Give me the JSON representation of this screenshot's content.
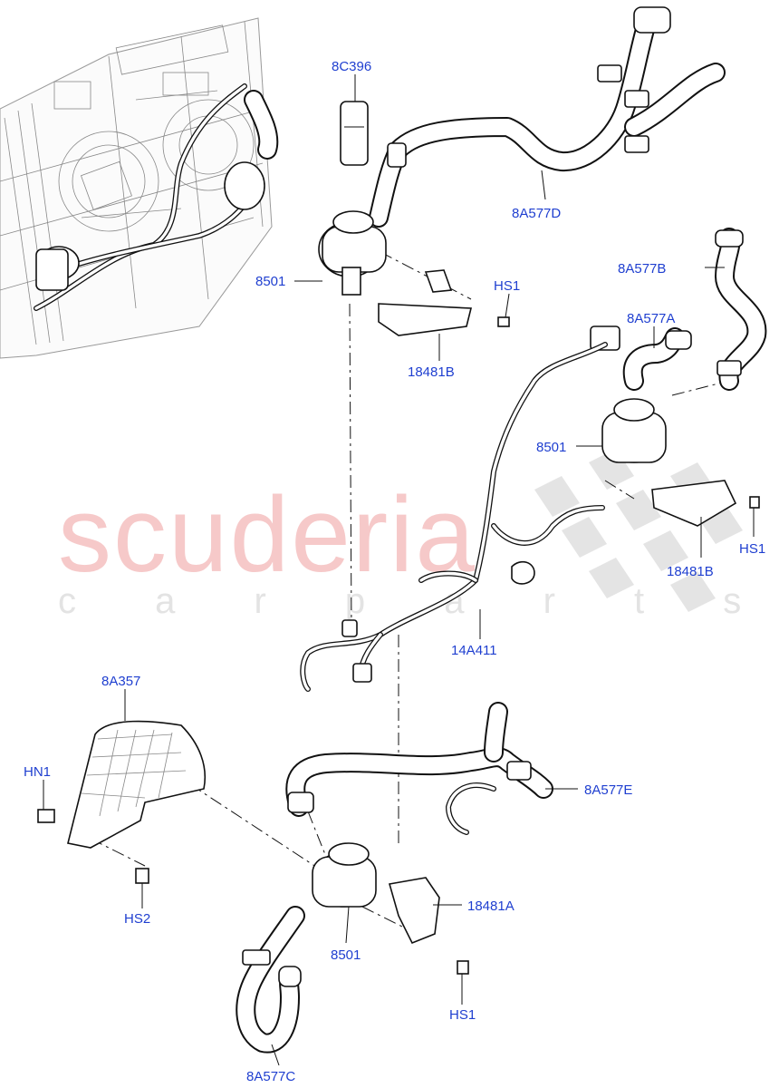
{
  "watermark": {
    "brand": "scuderia",
    "tagline": "c a r   p a r t s"
  },
  "callouts": {
    "sensor_top": "8C396",
    "hose_top_right": "8A577D",
    "pump_top": "8501",
    "bolt_top": "HS1",
    "bracket_top": "18481B",
    "hose_right_upper": "8A577B",
    "hose_right_short": "8A577A",
    "pump_right": "8501",
    "bolt_right": "HS1",
    "bracket_right": "18481B",
    "harness": "14A411",
    "shield": "8A357",
    "clip": "HN1",
    "bolt_shield": "HS2",
    "hose_lower_right": "8A577E",
    "bracket_lower": "18481A",
    "pump_lower": "8501",
    "bolt_lower": "HS1",
    "hose_lower": "8A577C"
  }
}
